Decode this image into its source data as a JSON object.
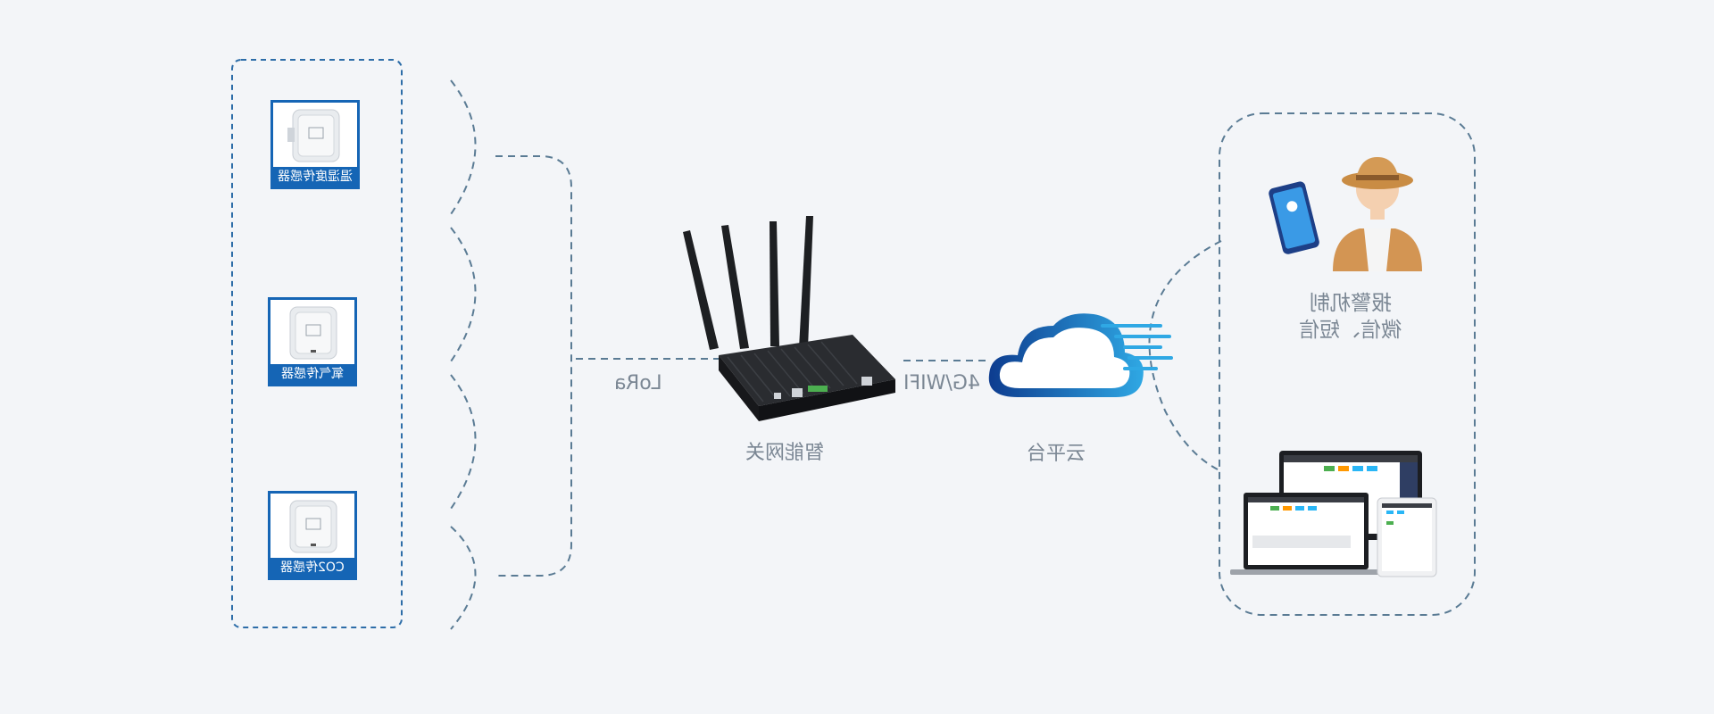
{
  "sensors": [
    {
      "label": "温湿度传感器"
    },
    {
      "label": "氧气传感器"
    },
    {
      "label": "CO2传感器"
    }
  ],
  "links": {
    "sensor_to_gateway": "LoRa",
    "gateway_to_cloud": "4G/WIFI"
  },
  "gateway": {
    "label": "智能网关"
  },
  "cloud": {
    "label": "云平台"
  },
  "alarm": {
    "line1": "报警机制",
    "line2": "微信、短信"
  },
  "colors": {
    "accent": "#1565b5",
    "dashed": "#5a7b94",
    "label": "#7b8794",
    "background": "#f3f5f8"
  }
}
